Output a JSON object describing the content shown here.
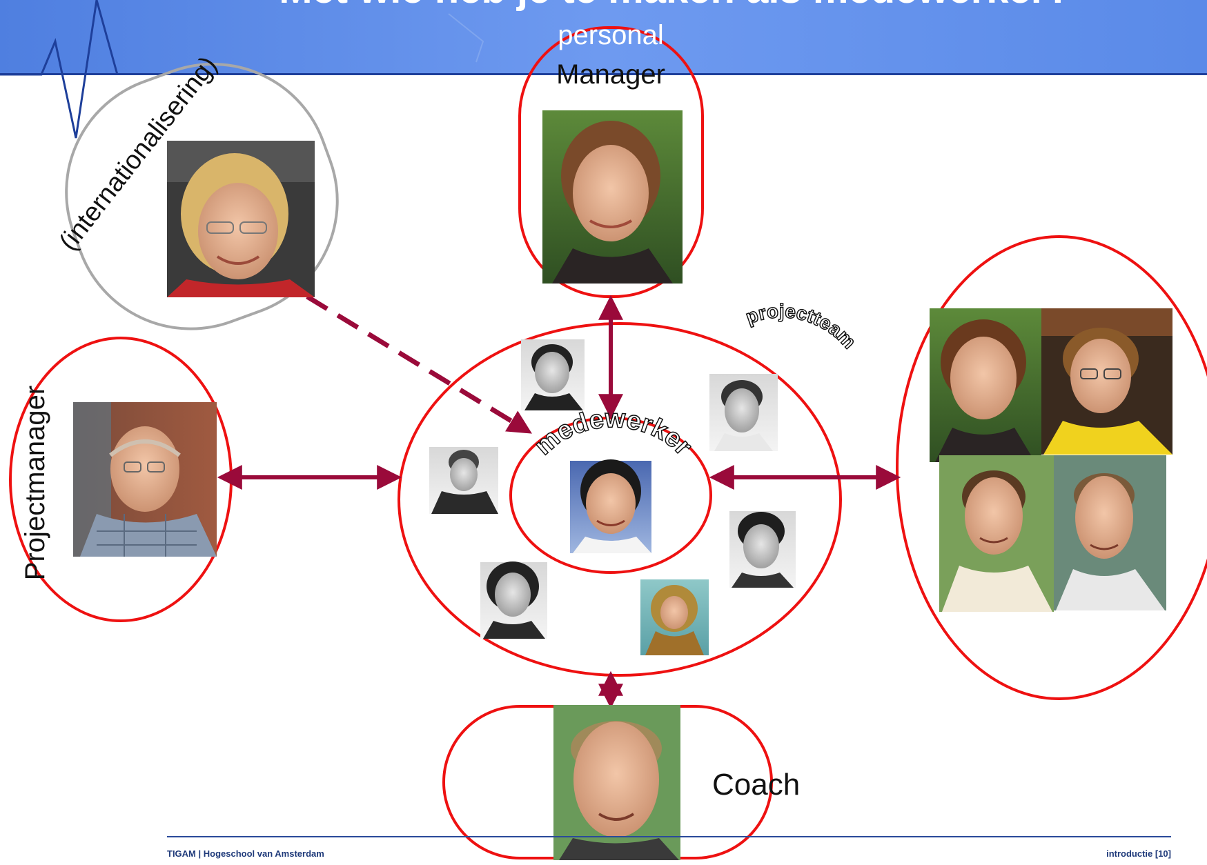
{
  "header": {
    "title": "Met wie heb je te maken als medewerker?"
  },
  "labels": {
    "personal_line1": "personal",
    "personal_line2": "Manager",
    "internationalisering": "(internationalisering)",
    "projectmanager": "Projectmanager",
    "projectteam": "projectteam",
    "medewerker": "medewerker",
    "coach": "Coach"
  },
  "footer": {
    "left": "TIGAM | Hogeschool van Amsterdam",
    "right": "introductie [10]"
  },
  "colors": {
    "header_blue": "#5b8be6",
    "header_line": "#1e3f9a",
    "group_red": "#ee1111",
    "arrow": "#9a0a3a",
    "intl_gray": "#a8a8a8",
    "footer_text": "#1f3a7a"
  }
}
